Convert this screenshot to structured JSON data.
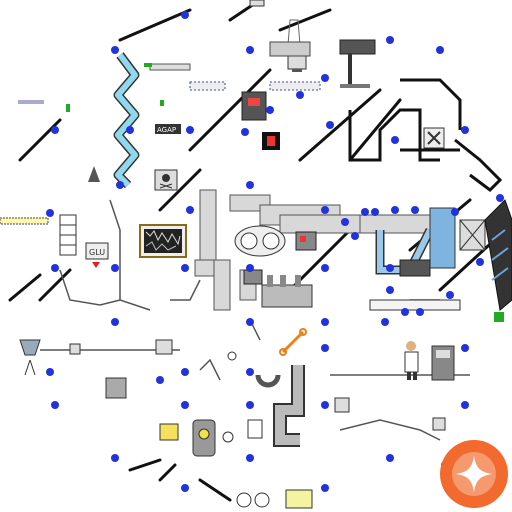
{
  "view": {
    "kind": "isometric-factory-map-zoomed",
    "background_color": "#ffffff",
    "wall_color": "#111111",
    "node_color": "#2233dd"
  },
  "map": {
    "panel_labels": {
      "monitor": "GLU",
      "sign": "AGAP"
    },
    "nodes_count": 60
  },
  "fab": {
    "icon": "sparkle-icon",
    "color": "#f26a2e"
  }
}
